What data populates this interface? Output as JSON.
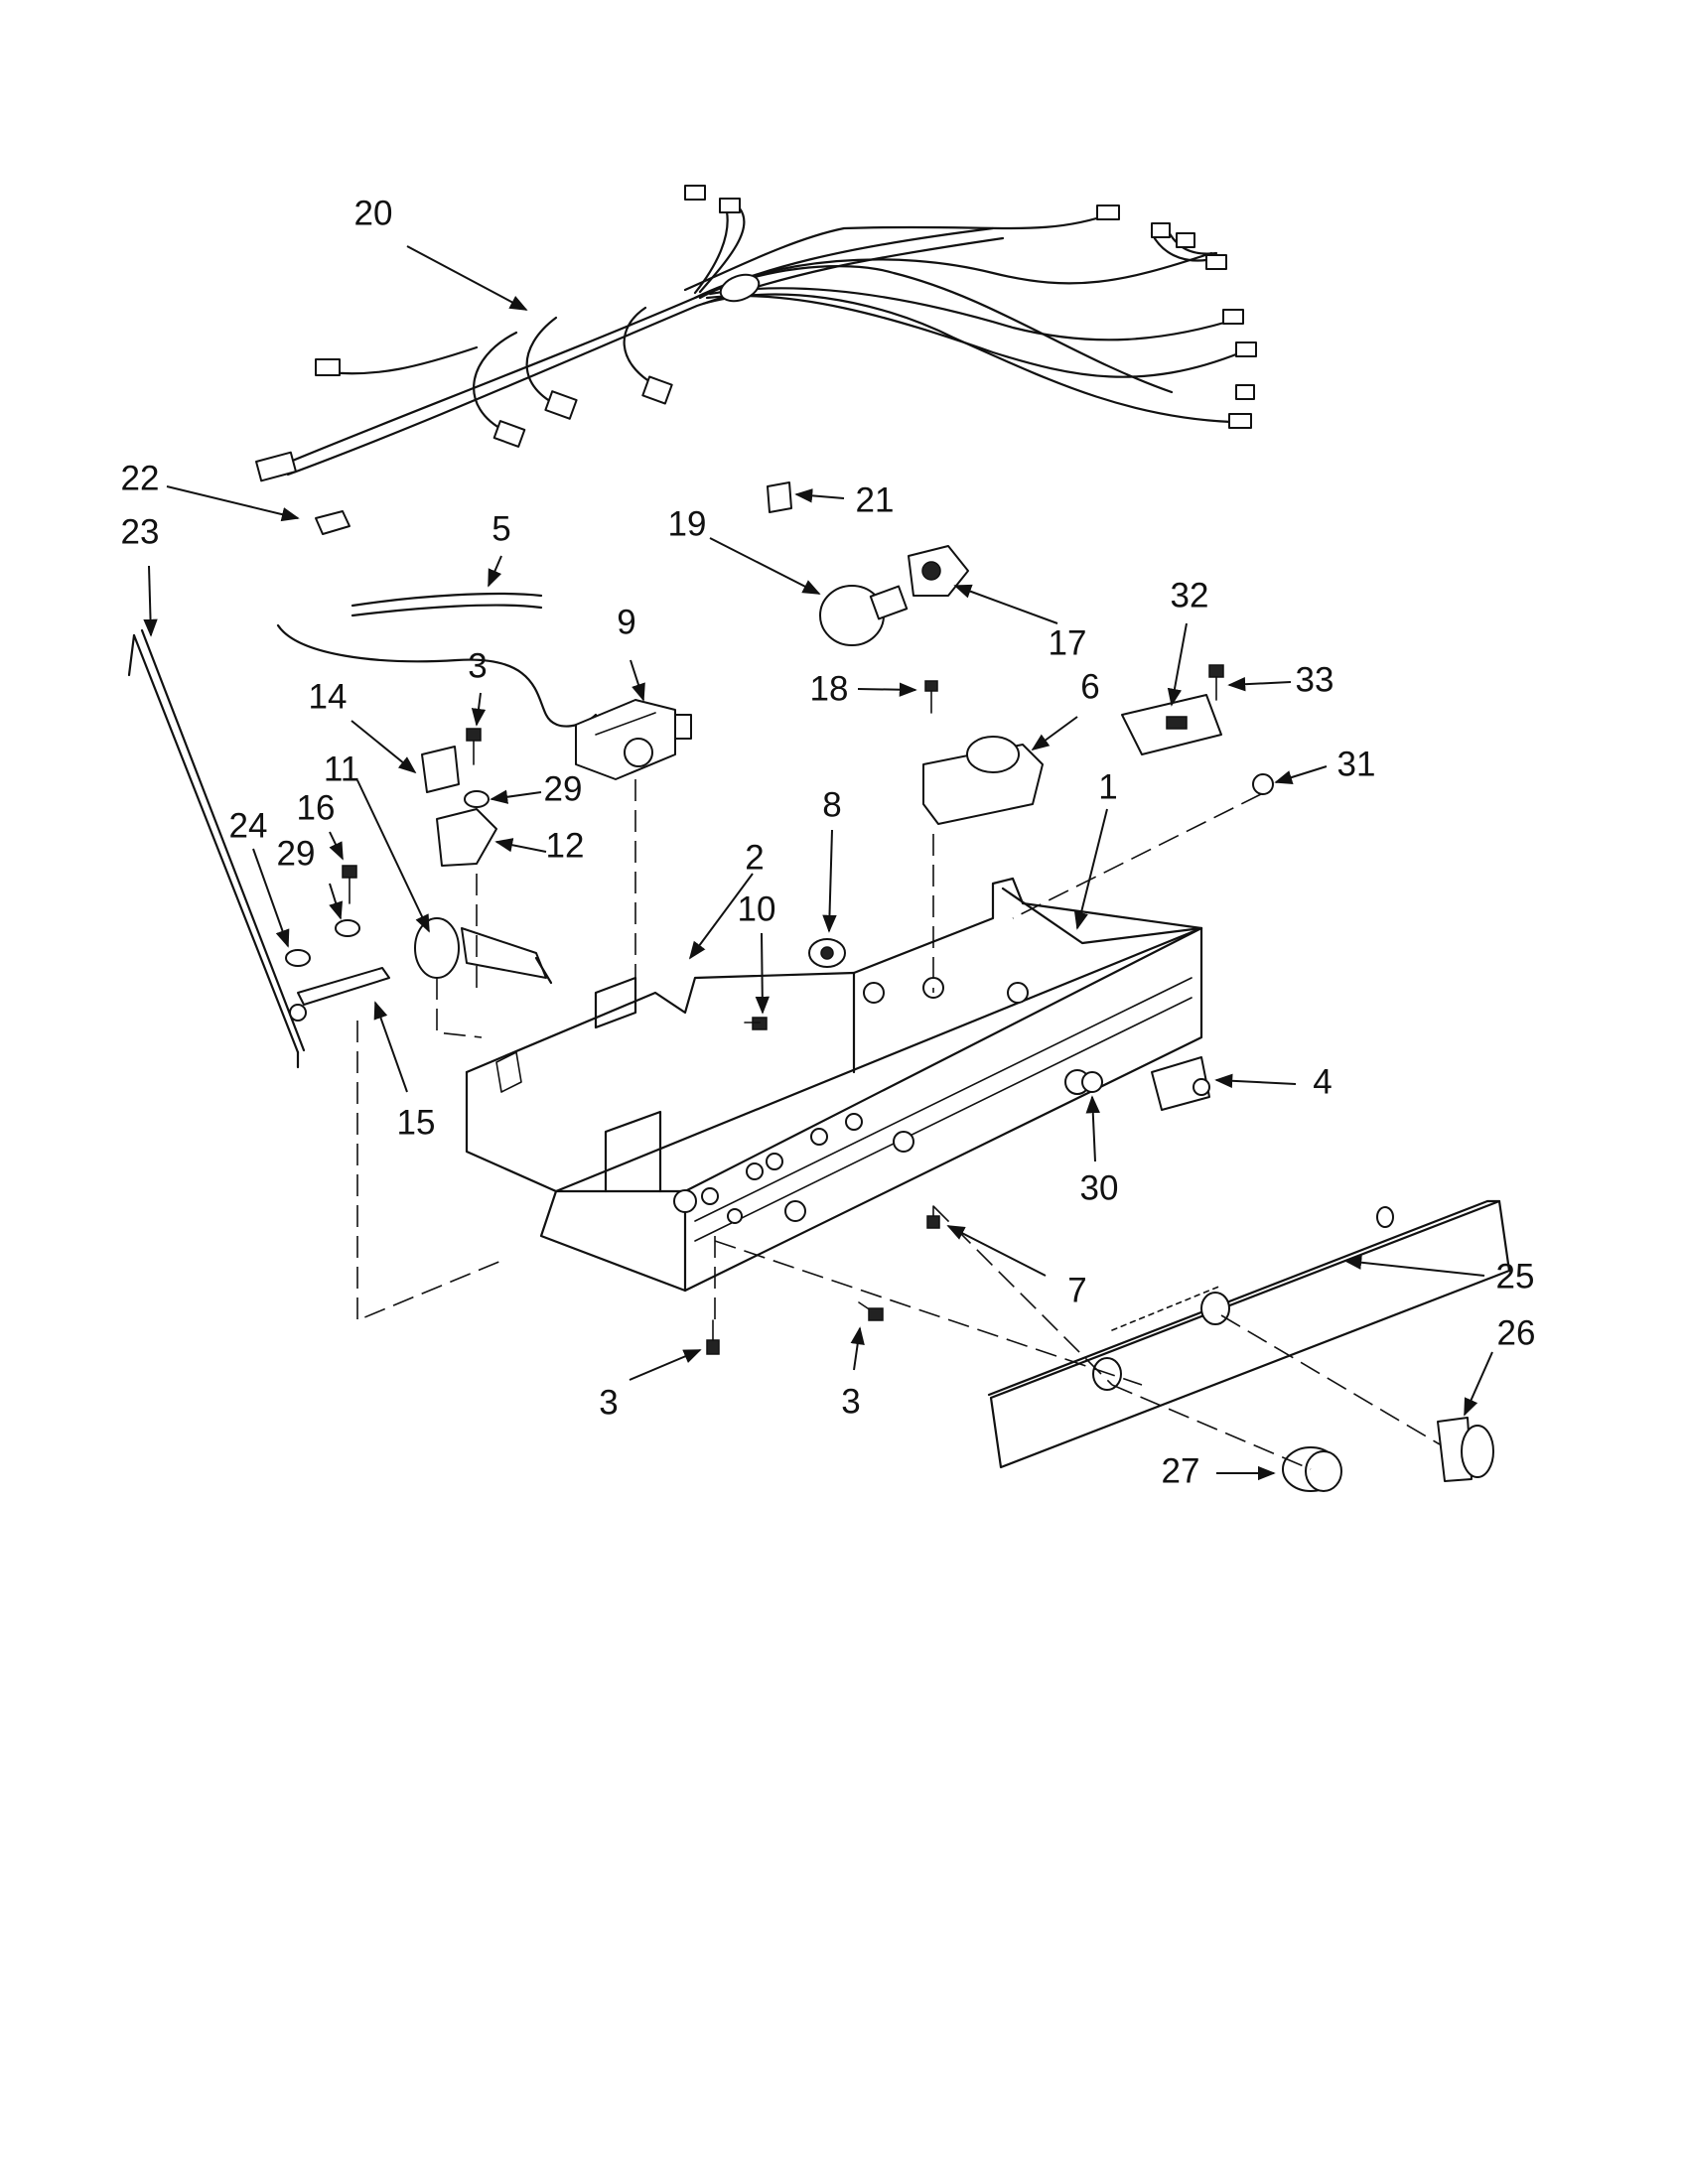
{
  "diagram": {
    "callouts": [
      "20",
      "22",
      "21",
      "19",
      "23",
      "5",
      "17",
      "3",
      "9",
      "14",
      "18",
      "6",
      "32",
      "33",
      "11",
      "29",
      "16",
      "12",
      "31",
      "24",
      "29",
      "8",
      "2",
      "1",
      "10",
      "4",
      "15",
      "30",
      "7",
      "25",
      "26",
      "3",
      "3",
      "27"
    ]
  }
}
